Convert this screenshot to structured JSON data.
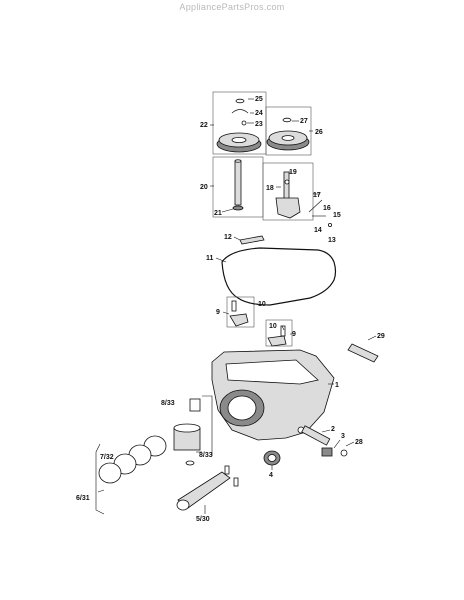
{
  "watermark": "AppliancePartsPros.com",
  "callouts": {
    "c1": "1",
    "c2": "2",
    "c3": "3",
    "c4": "4",
    "c5_30": "5/30",
    "c6_31": "6/31",
    "c7_32": "7/32",
    "c8_33_top": "8/33",
    "c8_33_bottom": "8/33",
    "c9_left": "9",
    "c9_right": "9",
    "c10_left": "10",
    "c10_right": "10",
    "c11": "11",
    "c12": "12",
    "c13": "13",
    "c14": "14",
    "c15": "15",
    "c16": "16",
    "c17": "17",
    "c18": "18",
    "c19": "19",
    "c20": "20",
    "c21": "21",
    "c22": "22",
    "c23": "23",
    "c24": "24",
    "c25": "25",
    "c26": "26",
    "c27": "27",
    "c28": "28",
    "c29": "29"
  }
}
